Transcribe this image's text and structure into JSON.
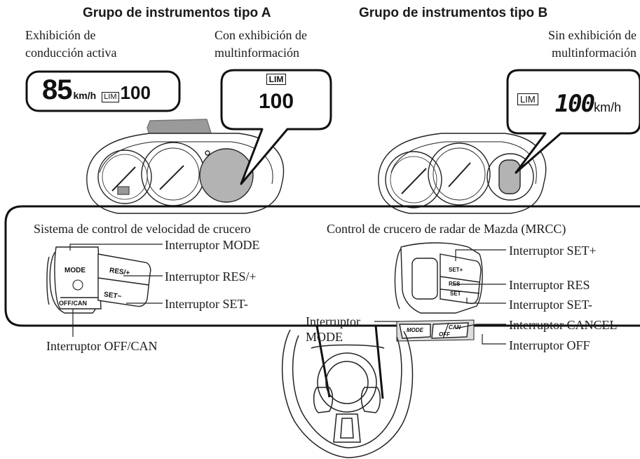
{
  "cluster_a": {
    "title": "Grupo de instrumentos tipo A",
    "active_caption": [
      "Exhibición de",
      "conducción activa"
    ],
    "multi_caption": [
      "Con exhibición de",
      "multinformación"
    ],
    "speed": "85",
    "speed_unit": "km/h",
    "lim_badge": "LIM",
    "limit": "100"
  },
  "cluster_b": {
    "title": "Grupo de instrumentos tipo B",
    "caption": [
      "Sin exhibición de",
      "multinformación"
    ],
    "lim_badge": "LIM",
    "speed_digits": "100",
    "unit": "km/h"
  },
  "cruise": {
    "title": "Sistema de control de velocidad de crucero",
    "buttons": {
      "mode": "MODE",
      "res": "RES/+",
      "set": "SET−",
      "offcan": "OFF/CAN"
    },
    "labels": {
      "mode": "Interruptor MODE",
      "res": "Interruptor RES/+",
      "set": "Interruptor SET-",
      "offcan": "Interruptor OFF/CAN"
    }
  },
  "mrcc": {
    "title": "Control de crucero de radar de Mazda (MRCC)",
    "buttons": {
      "setplus": "SET+",
      "res": "RES",
      "set": "SET",
      "mode": "MODE",
      "cancel": "CAN",
      "off": "OFF"
    },
    "labels": {
      "setplus": "Interruptor SET+",
      "res": "Interruptor RES",
      "setminus": "Interruptor SET-",
      "mode": [
        "Interruptor",
        "MODE"
      ],
      "cancel": "Interruptor CANCEL",
      "off": "Interruptor OFF"
    }
  }
}
